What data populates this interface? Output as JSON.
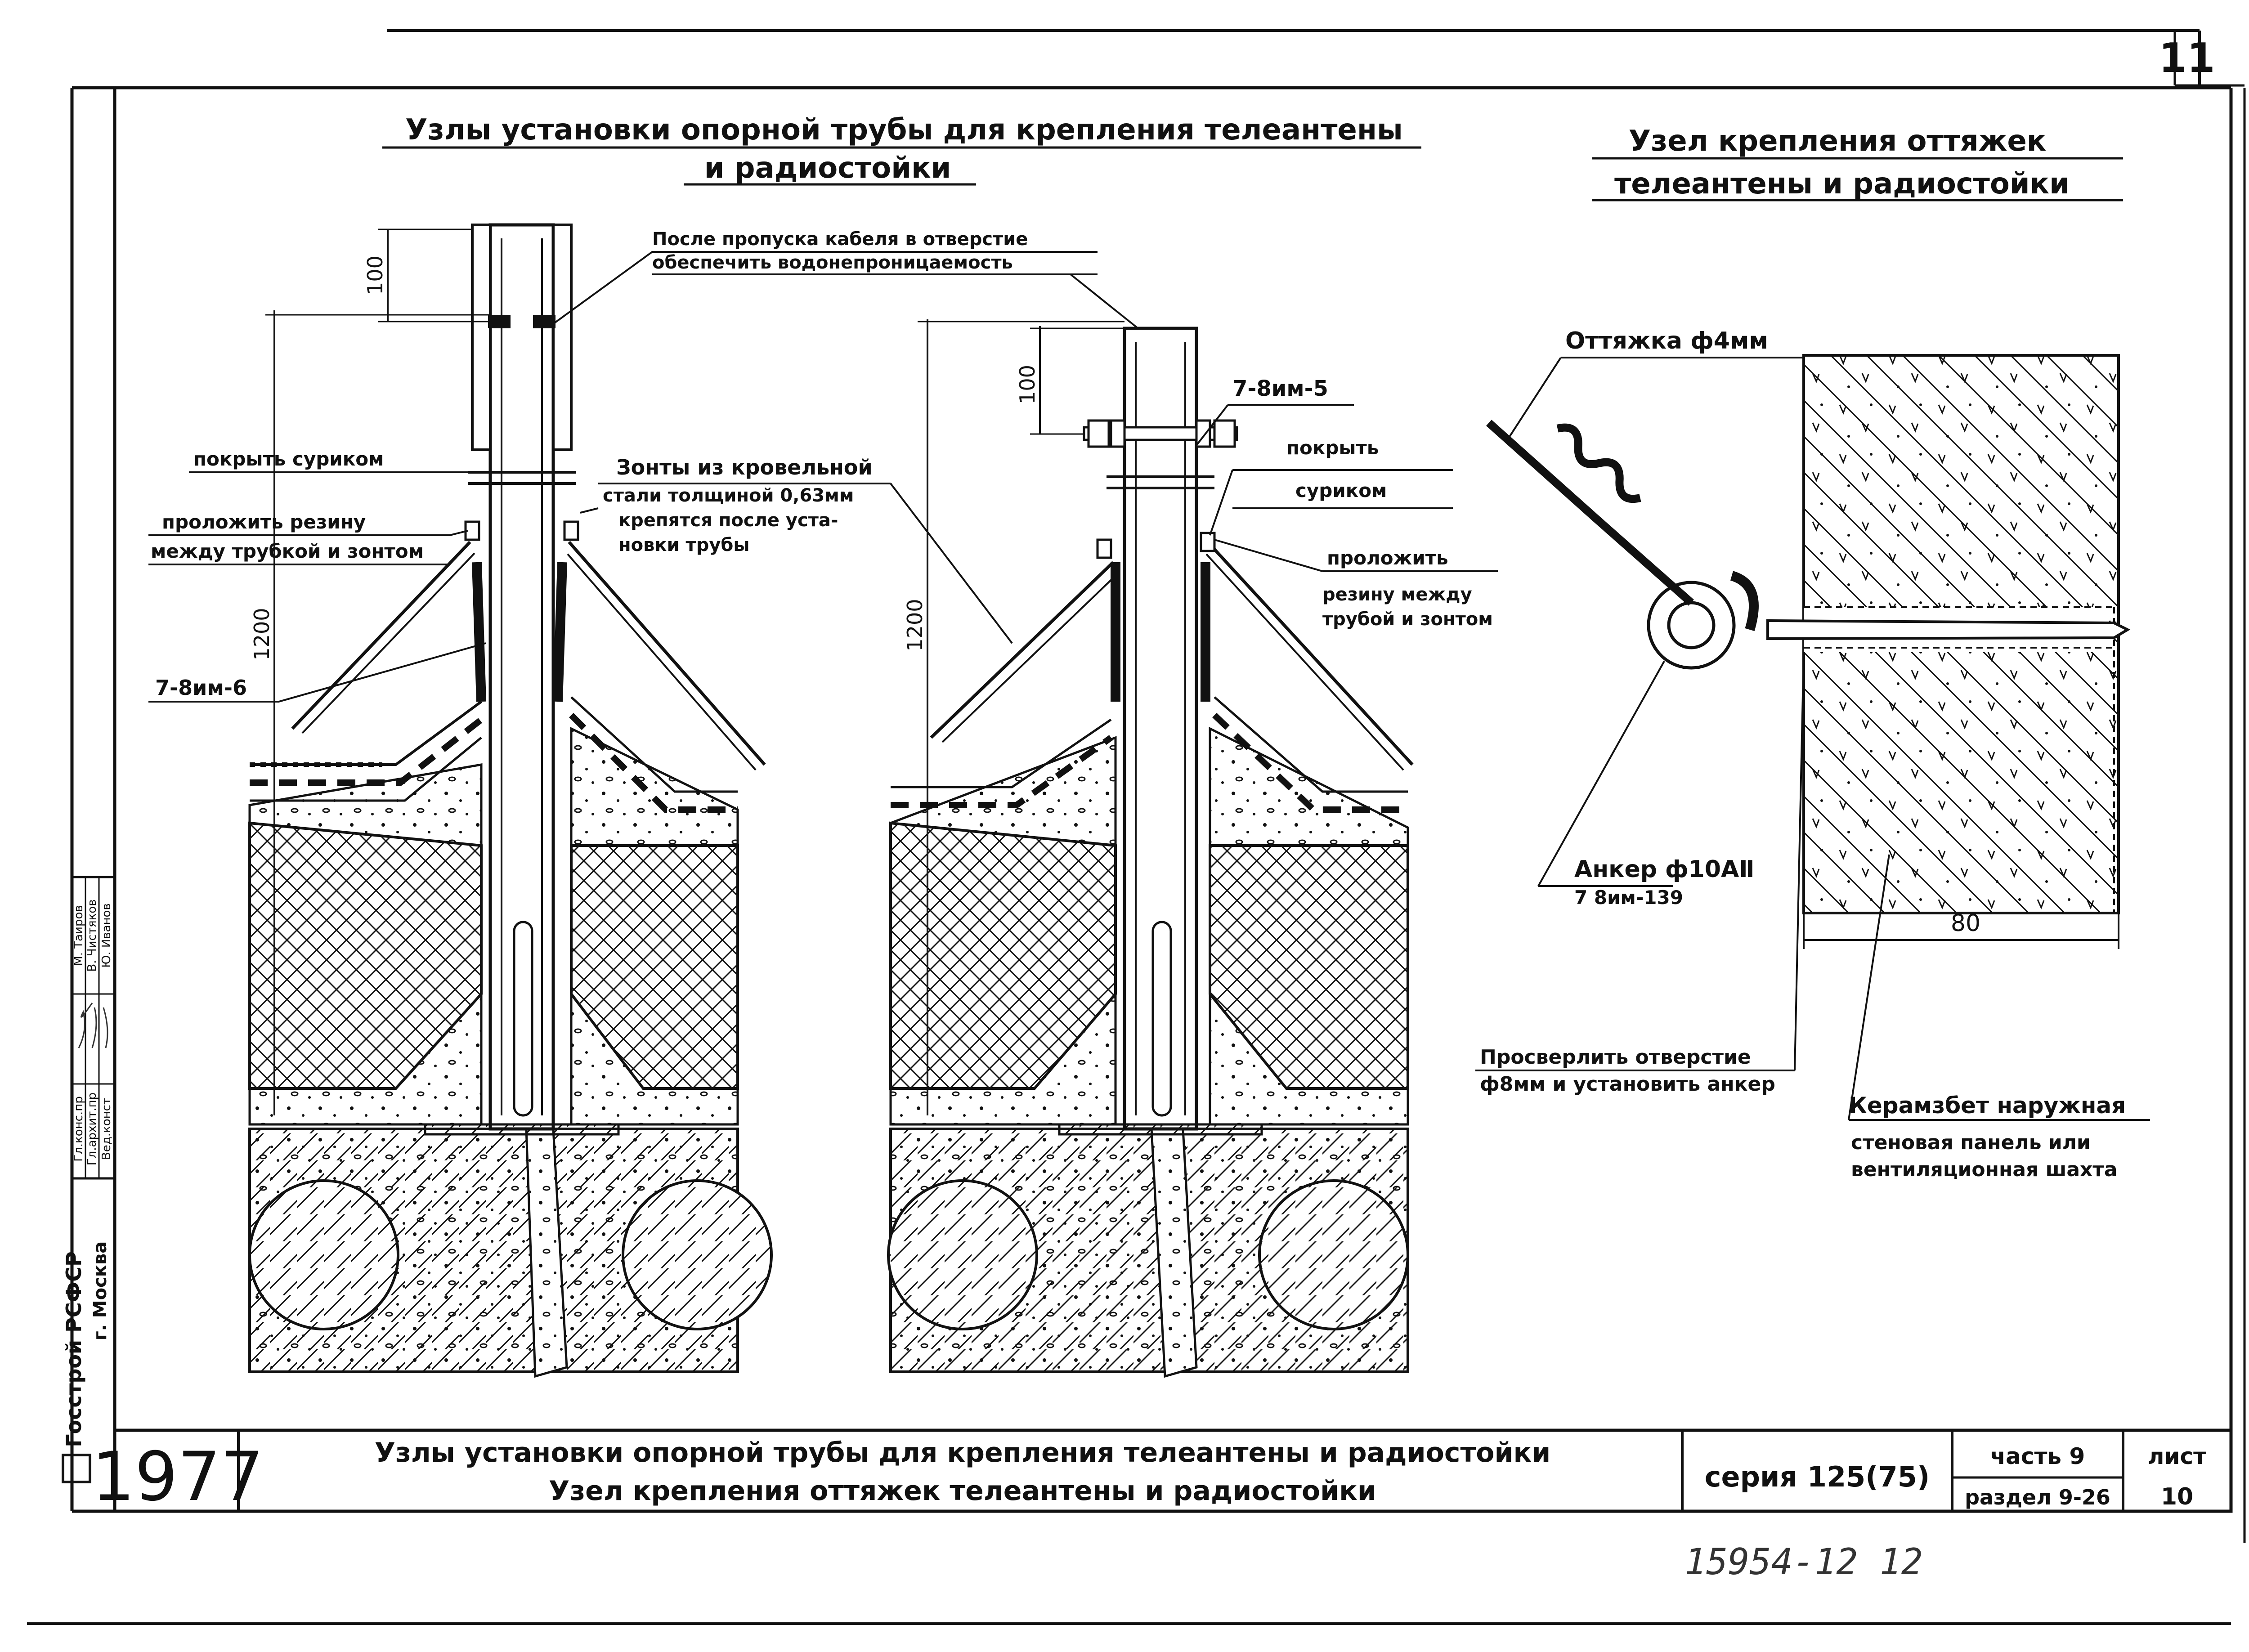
{
  "sheet_number_corner": "11",
  "left_title": {
    "line1": "Узлы установки опорной трубы для крепления телеантены",
    "line2": "и радиостойки"
  },
  "right_title": {
    "line1": "Узел крепления оттяжек",
    "line2": "телеантены и радиостойки"
  },
  "labels": {
    "cable_note_1": "После пропуска кабеля в отверстие",
    "cable_note_2": "обеспечить водонепроницаемость",
    "dim_100_left": "100",
    "dim_1200_left": "1200",
    "paint_left": "покрыть суриком",
    "rubber_left_1": "проложить резину",
    "rubber_left_2": "между трубкой и зонтом",
    "ref_left": "7-8им-6",
    "umbrella_1": "Зонты из кровельной",
    "umbrella_2": "стали толщиной 0,63мм",
    "umbrella_3": "крепятся после уста-",
    "umbrella_4": "новки трубы",
    "dim_100_mid": "100",
    "dim_1200_mid": "1200",
    "ref_mid": "7-8им-5",
    "paint_mid_1": "покрыть",
    "paint_mid_2": "суриком",
    "rubber_mid_1": "проложить",
    "rubber_mid_2": "резину между",
    "rubber_mid_3": "трубой и зонтом",
    "guy_wire": "Оттяжка ф4мм",
    "anchor_1": "Анкер ф10АⅡ",
    "anchor_2": "7 8им-139",
    "dim_80": "80",
    "drill_1": "Просверлить отверстие",
    "drill_2": "ф8мм и установить анкер",
    "panel_1": "Керамзбет наружная",
    "panel_2": "стеновая панель или",
    "panel_3": "вентиляционная шахта"
  },
  "side_stamp": {
    "org_1": "Госстрой РСФСР",
    "org_2": "г. Москва",
    "roles": [
      "Гл.конс.пр",
      "Гл.архит.пр",
      "Вед.конст"
    ],
    "names": [
      "М. Таиров",
      "В. Чистяков",
      "Ю. Иванов"
    ]
  },
  "title_block": {
    "year": "1977",
    "title_1": "Узлы установки опорной трубы для крепления телеантены и радиостойки",
    "title_2": "Узел крепления оттяжек телеантены и радиостойки",
    "series": "серия 125(75)",
    "part_label": "часть 9",
    "section_label": "раздел 9-26",
    "sheet_label": "лист",
    "sheet_value": "10"
  },
  "archive_number": "15954-12  12"
}
